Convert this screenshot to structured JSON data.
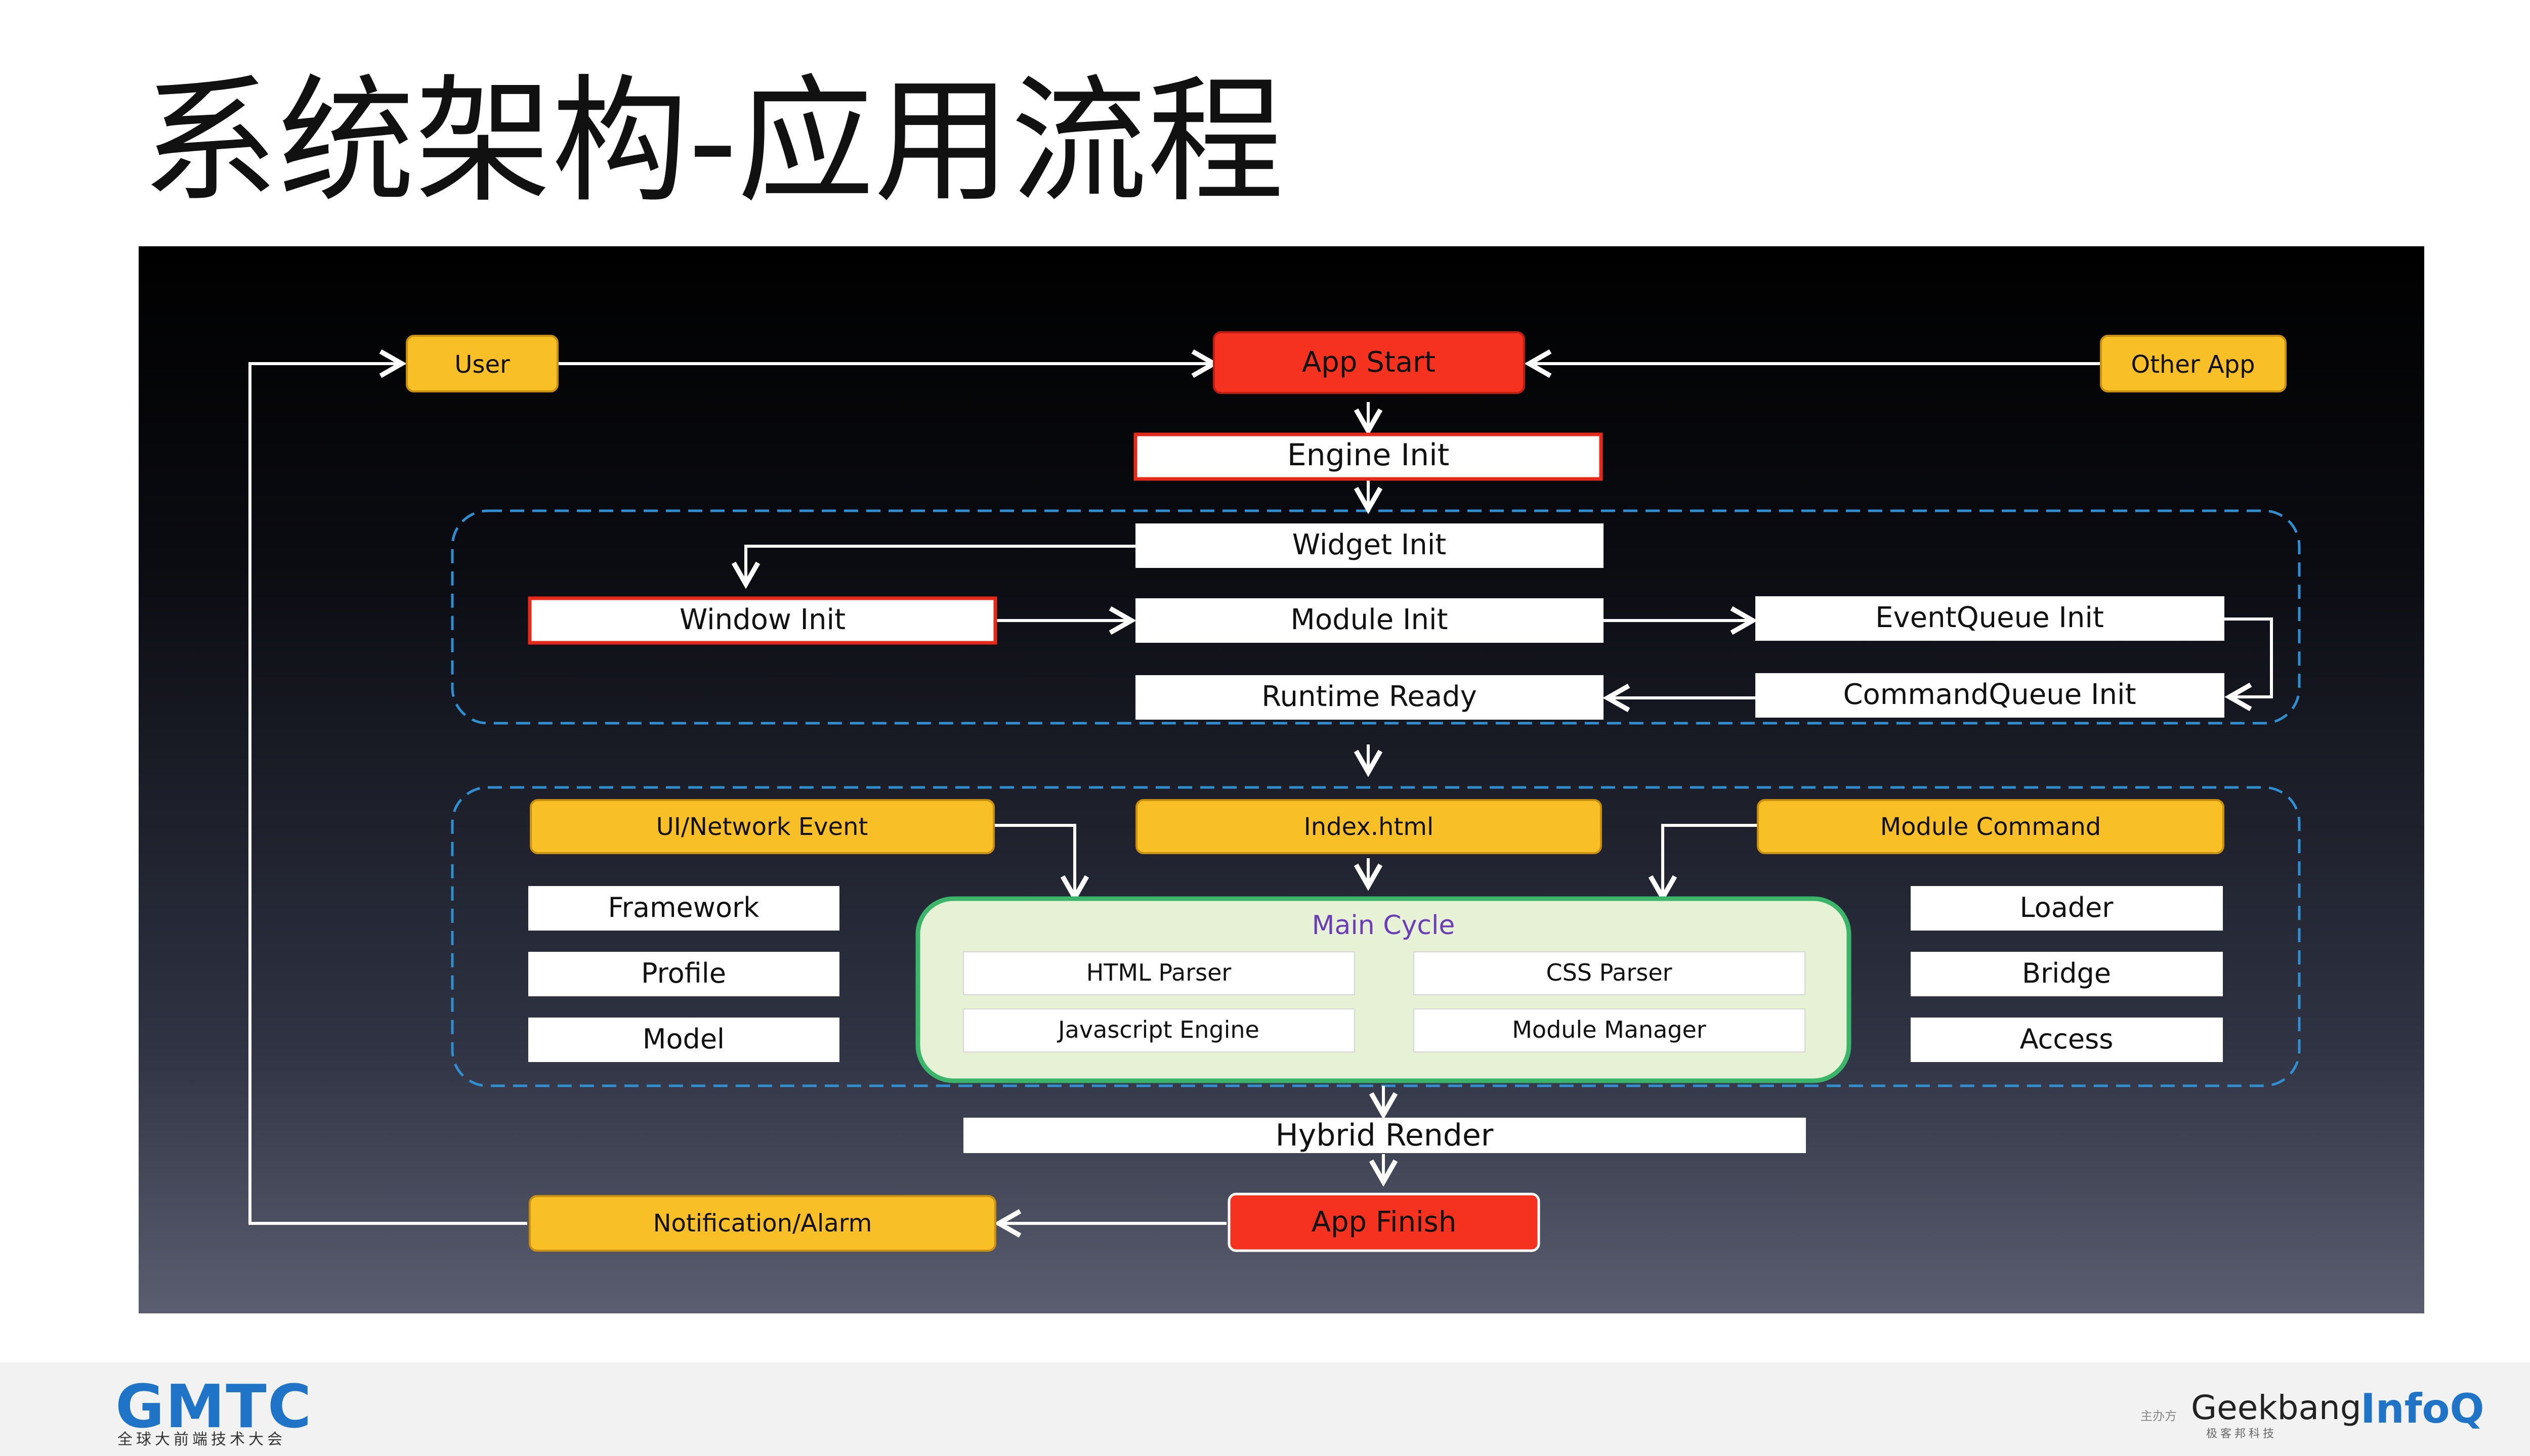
{
  "slide": {
    "title": "系统架构-应用流程"
  },
  "colors": {
    "orange_box": "#f9bf27",
    "red_box": "#f5321f",
    "red_border": "#e8291a",
    "white_box": "#ffffff",
    "main_cycle_fill": "#e7f1d6",
    "main_cycle_border": "#3bb56a",
    "main_cycle_title": "#6a3db8",
    "dashed_group": "#2f8fd0",
    "line": "#ffffff"
  },
  "nodes": {
    "user": "User",
    "app_start": "App Start",
    "other_app": "Other App",
    "engine_init": "Engine Init",
    "widget_init": "Widget Init",
    "window_init": "Window Init",
    "module_init": "Module Init",
    "eventqueue_init": "EventQueue Init",
    "runtime_ready": "Runtime Ready",
    "commandqueue_init": "CommandQueue Init",
    "ui_network_event": "UI/Network Event",
    "index_html": "Index.html",
    "module_command": "Module Command",
    "framework": "Framework",
    "profile": "Profile",
    "model": "Model",
    "loader": "Loader",
    "bridge": "Bridge",
    "access": "Access",
    "main_cycle": "Main Cycle",
    "html_parser": "HTML Parser",
    "css_parser": "CSS Parser",
    "javascript_engine": "Javascript Engine",
    "module_manager": "Module Manager",
    "hybrid_render": "Hybrid Render",
    "notification_alarm": "Notification/Alarm",
    "app_finish": "App Finish"
  },
  "footer": {
    "gmtc_logo": "GMTC",
    "gmtc_subtitle": "全球大前端技术大会",
    "organizer_label": "主办方",
    "geekbang_logo": "Geekbang",
    "geekbang_subtitle": "极客邦科技",
    "infoq_logo": "InfoQ"
  }
}
